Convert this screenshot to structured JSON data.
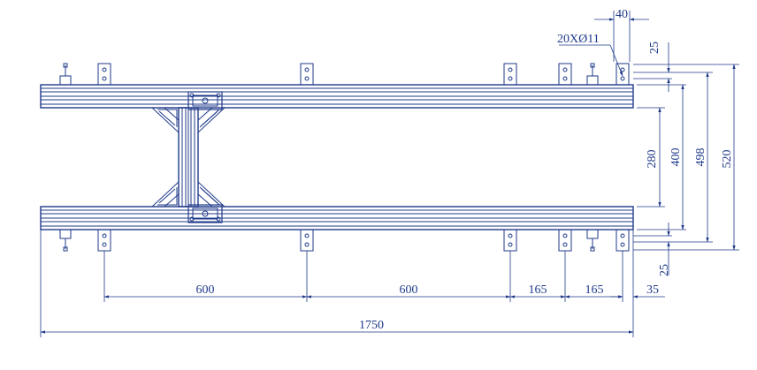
{
  "colors": {
    "line": "#1f3a8a",
    "background": "#ffffff"
  },
  "dimensions": {
    "hole_spec": "20XØ11",
    "top_offset": "40",
    "right_top_small": "25",
    "right_bottom_small": "25",
    "gap_inner": "280",
    "rail_span": "400",
    "hole_span": "498",
    "overall_height": "520",
    "bottom_600_left": "600",
    "bottom_600_right": "600",
    "bottom_165_a": "165",
    "bottom_165_b": "165",
    "bottom_35": "35",
    "overall_length": "1750"
  }
}
